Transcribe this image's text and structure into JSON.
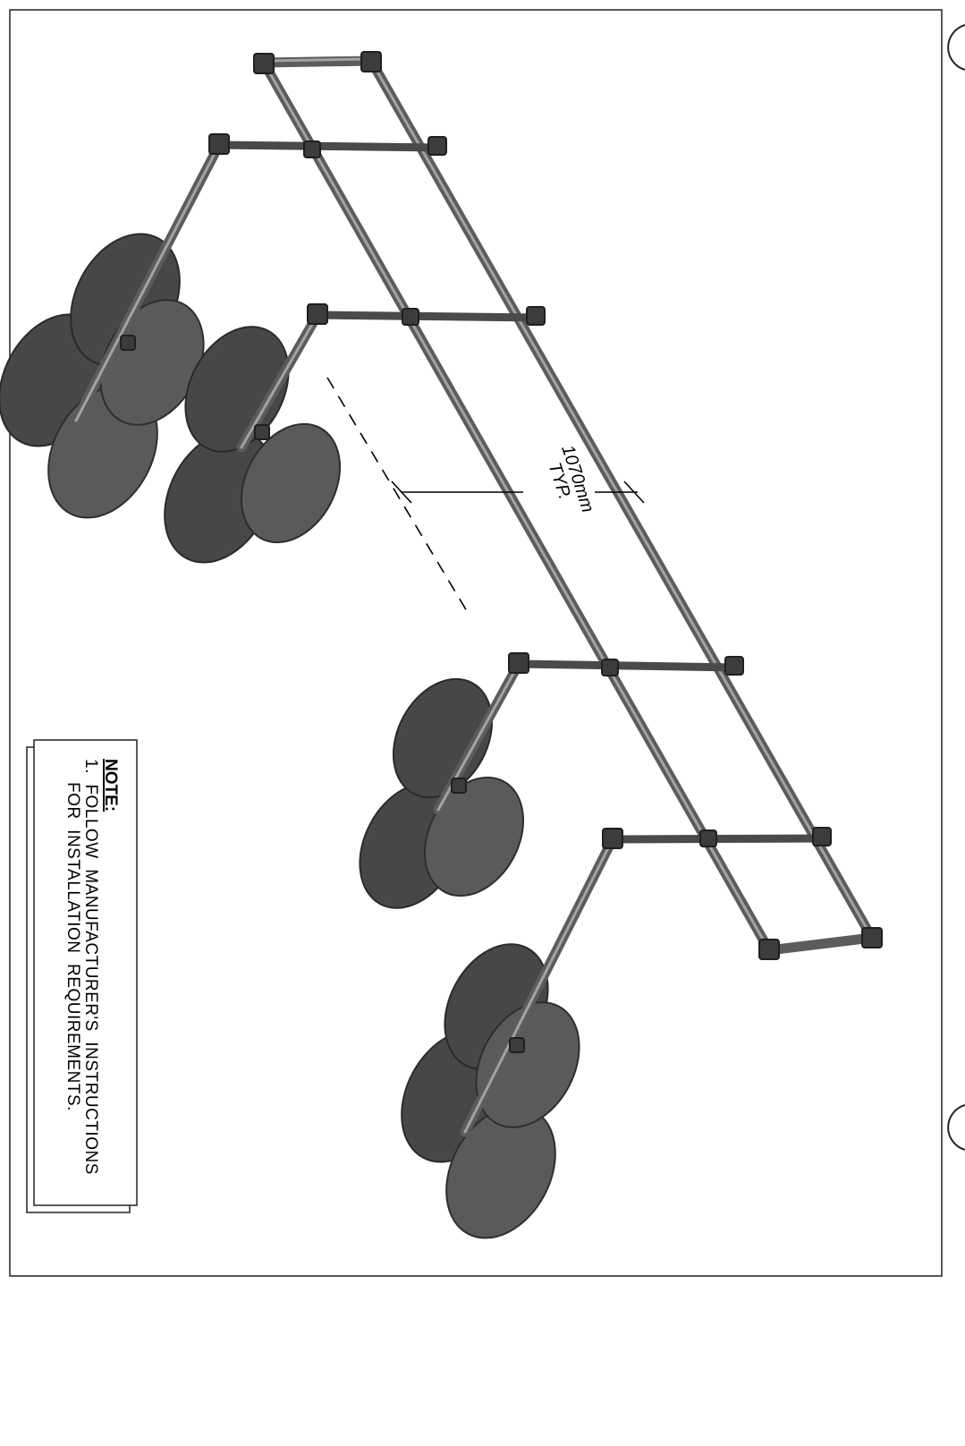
{
  "note": {
    "heading": "NOTE:",
    "line1": "1.  FOLLOW  MANUFACTURER'S  INSTRUCTIONS",
    "line2": "FOR  INSTALLATION  REQUIREMENTS."
  },
  "dimension": {
    "value": "1070mm",
    "qualifier": "TYP."
  }
}
